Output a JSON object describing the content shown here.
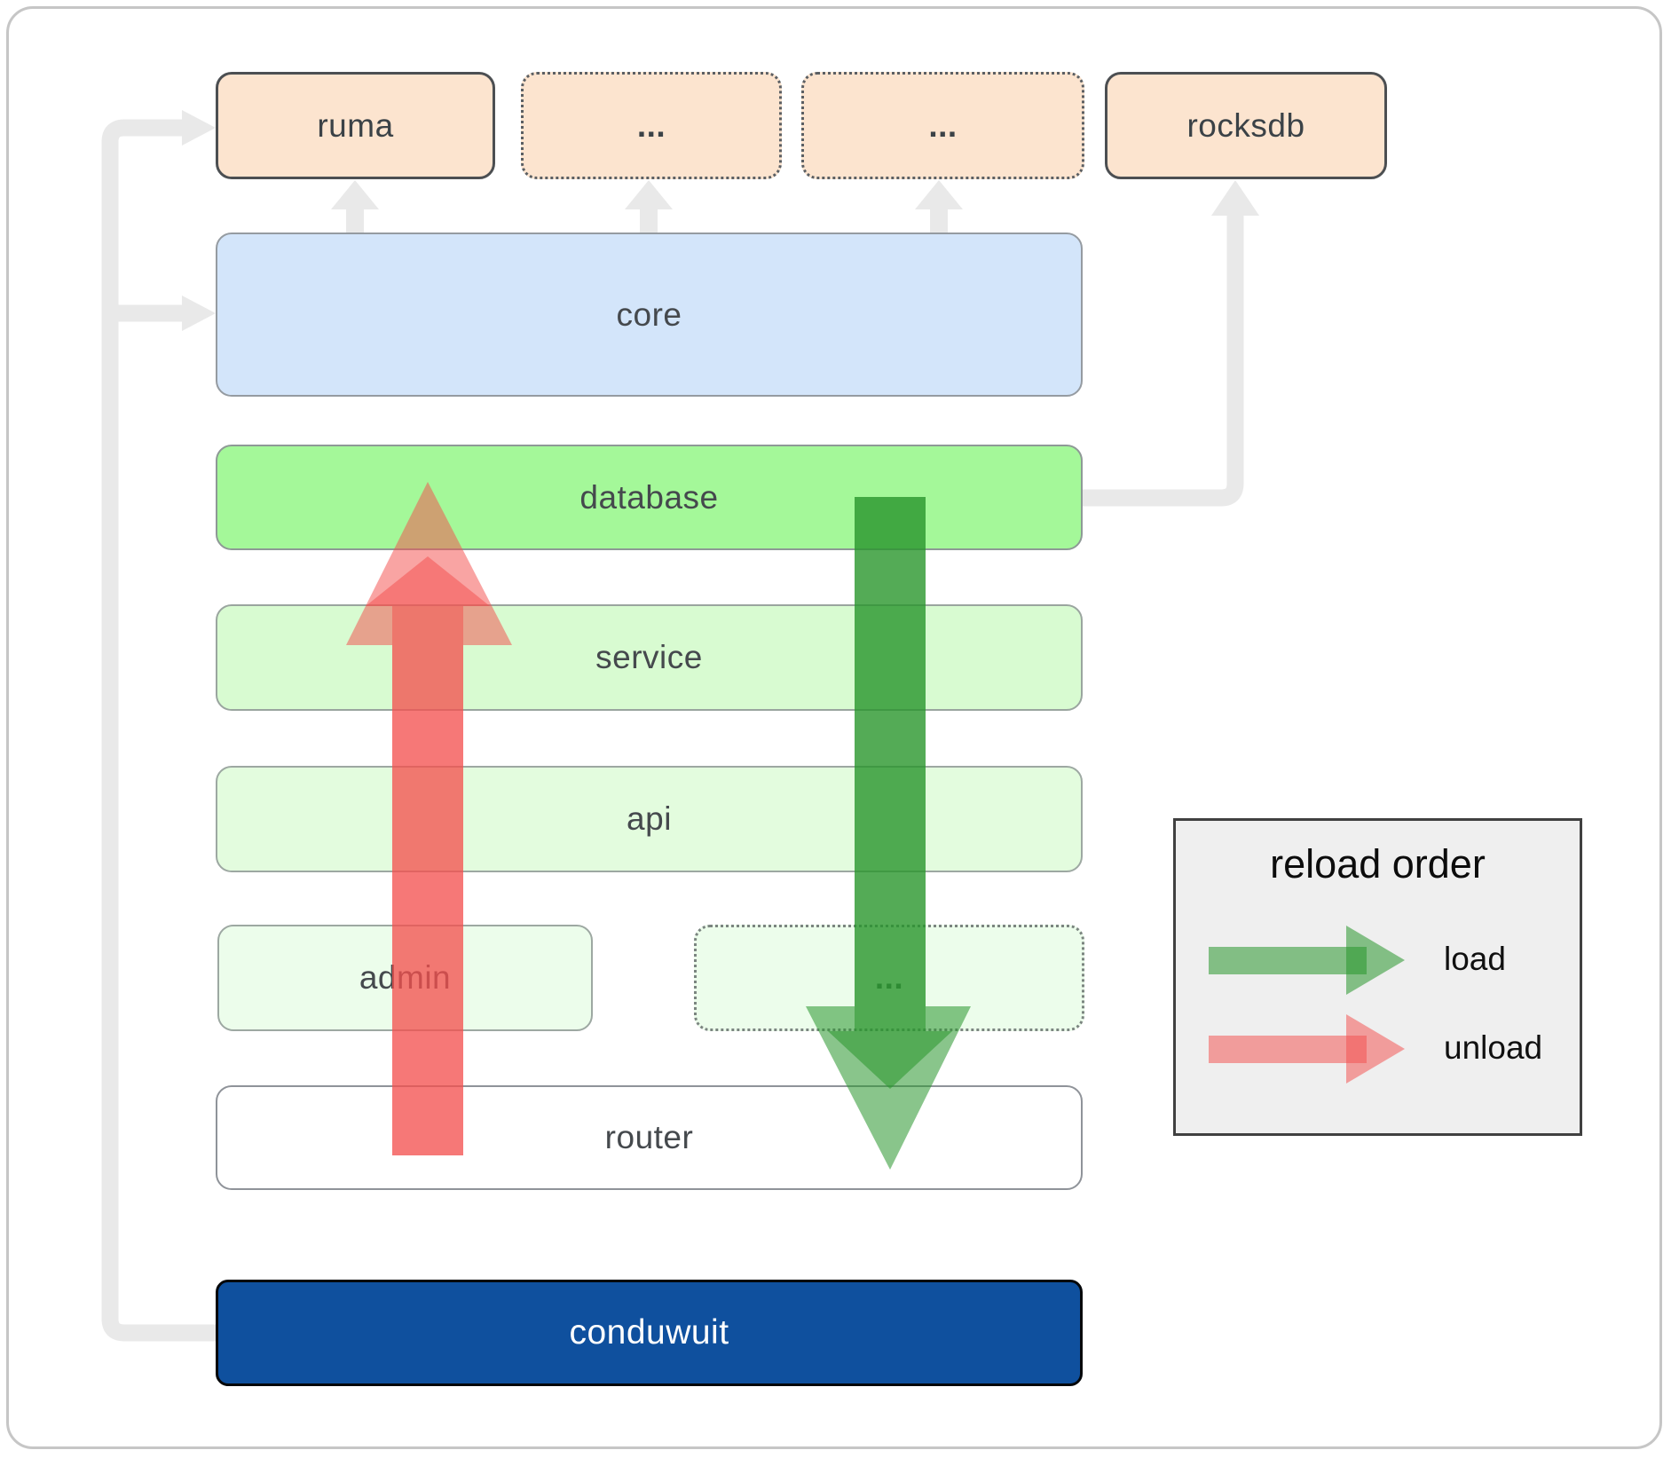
{
  "diagram": {
    "boxes": {
      "ruma": "ruma",
      "ext_top_1": "...",
      "ext_top_2": "...",
      "rocksdb": "rocksdb",
      "core": "core",
      "database": "database",
      "service": "service",
      "api": "api",
      "admin": "admin",
      "ext_mid": "...",
      "router": "router",
      "conduwuit": "conduwuit"
    },
    "legend": {
      "title": "reload order",
      "items": [
        {
          "label": "load"
        },
        {
          "label": "unload"
        }
      ]
    },
    "colors": {
      "load": "#28962b",
      "unload": "#f4514e",
      "connector": "#e9e9e9",
      "conduwuit_bg": "#0f509e",
      "database_bg": "#a4f899",
      "core_bg": "#d3e5fa",
      "peach_bg": "#fce4cf",
      "legend_bg": "#efefef"
    }
  }
}
